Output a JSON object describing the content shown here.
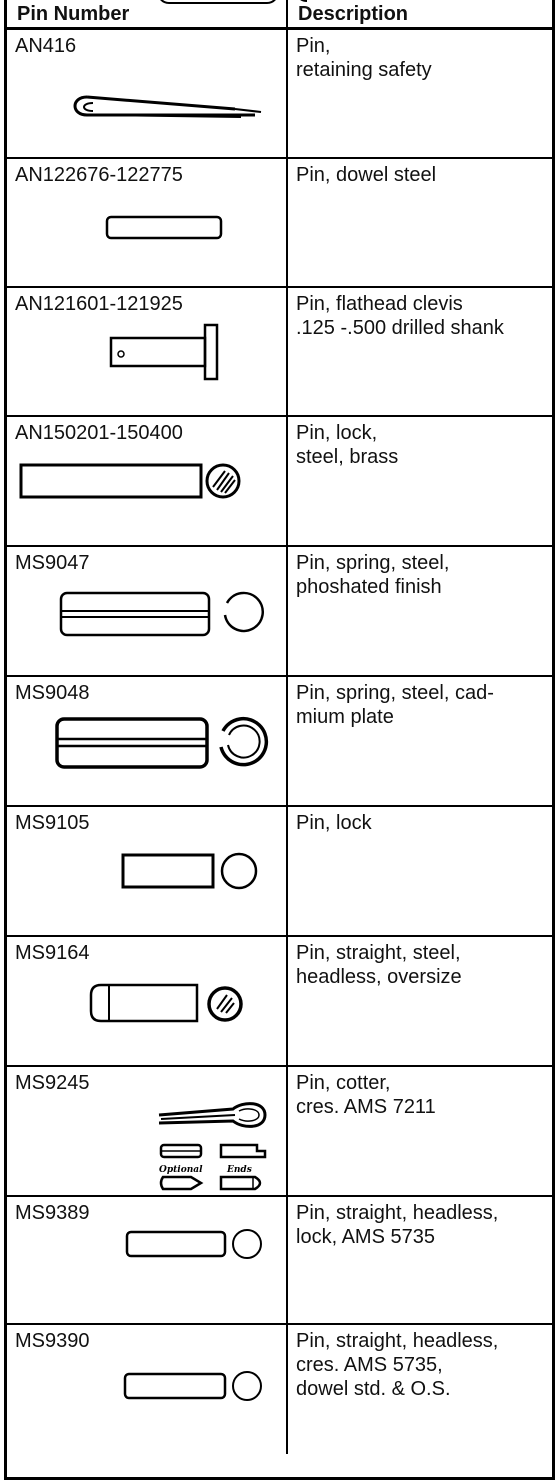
{
  "table": {
    "headers": {
      "pin": "Pin Number",
      "description": "Description"
    },
    "rows": [
      {
        "pin": "AN416",
        "description": [
          "Pin,",
          "retaining safety"
        ],
        "icon": "safety-pin-drawing-icon"
      },
      {
        "pin": "AN122676-122775",
        "description": [
          "Pin, dowel steel"
        ],
        "icon": "dowel-pin-drawing-icon"
      },
      {
        "pin": "AN121601-121925",
        "description": [
          "Pin, flathead clevis",
          ".125 -.500 drilled shank"
        ],
        "icon": "clevis-pin-drawing-icon"
      },
      {
        "pin": "AN150201-150400",
        "description": [
          "Pin, lock,",
          "steel, brass"
        ],
        "icon": "lock-pin-drawing-icon"
      },
      {
        "pin": "MS9047",
        "description": [
          "Pin, spring, steel,",
          "phoshated finish"
        ],
        "icon": "spring-pin-drawing-icon"
      },
      {
        "pin": "MS9048",
        "description": [
          "Pin, spring, steel, cad-",
          "mium plate"
        ],
        "icon": "spring-pin-drawing-icon"
      },
      {
        "pin": "MS9105",
        "description": [
          "Pin, lock"
        ],
        "icon": "lock-pin-drawing-icon"
      },
      {
        "pin": "MS9164",
        "description": [
          "Pin, straight, steel,",
          "headless, oversize"
        ],
        "icon": "straight-pin-drawing-icon"
      },
      {
        "pin": "MS9245",
        "description": [
          "Pin, cotter,",
          "cres. AMS 7211"
        ],
        "icon": "cotter-pin-drawing-icon",
        "drawing_labels": [
          "Optional",
          "Ends"
        ]
      },
      {
        "pin": "MS9389",
        "description": [
          "Pin, straight, headless,",
          "lock, AMS 5735"
        ],
        "icon": "headless-pin-drawing-icon"
      },
      {
        "pin": "MS9390",
        "description": [
          "Pin, straight, headless,",
          "cres. AMS 5735,",
          "dowel std. & O.S."
        ],
        "icon": "headless-pin-drawing-icon"
      }
    ]
  }
}
